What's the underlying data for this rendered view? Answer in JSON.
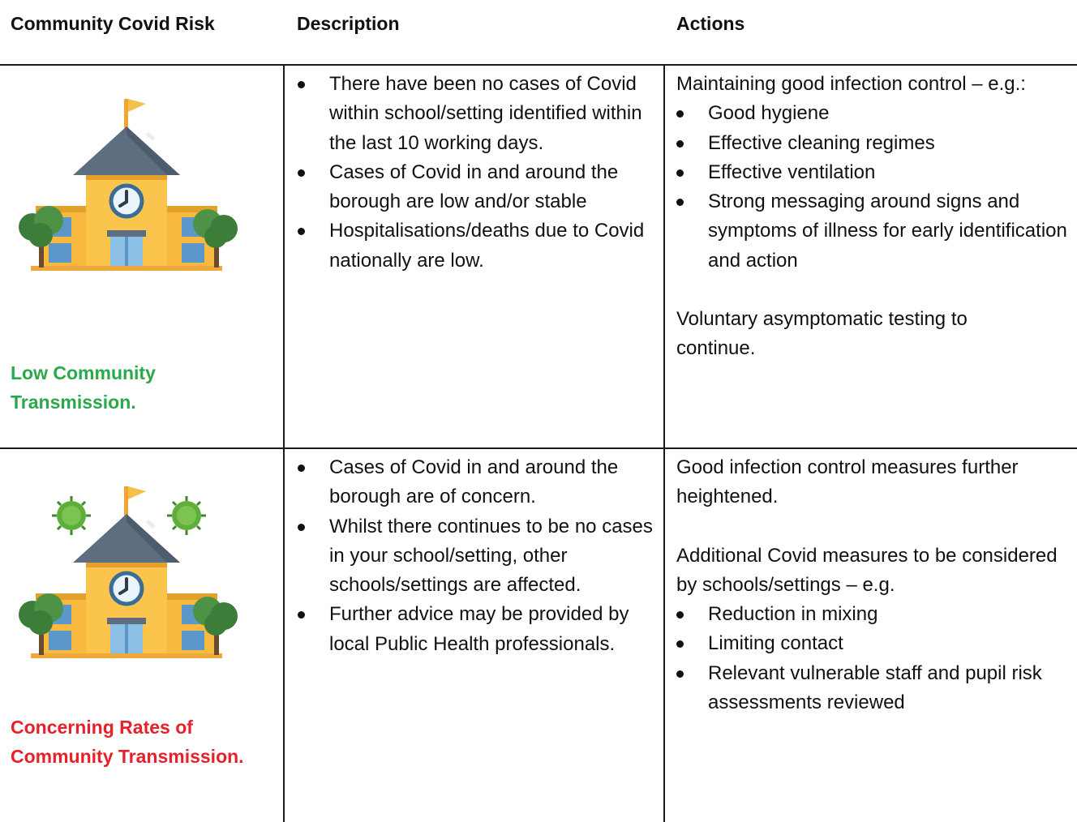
{
  "headers": {
    "risk": "Community Covid Risk",
    "description": "Description",
    "actions": "Actions"
  },
  "rows": [
    {
      "label_lines": [
        "Low Community",
        "Transmission."
      ],
      "label_color": "#2aa84a",
      "icon": "school-building-icon",
      "description": [
        "There have been no cases of Covid within school/setting identified within the last 10 working days.",
        "Cases of Covid in and around the borough are low and/or stable",
        "Hospitalisations/deaths due to Covid nationally are low."
      ],
      "actions_intro": "Maintaining good infection control – e.g.:",
      "actions_list": [
        "Good hygiene",
        "Effective cleaning regimes",
        "Effective ventilation",
        "Strong messaging around signs and symptoms of illness for early identification and action"
      ],
      "actions_after": "Voluntary asymptomatic testing to continue."
    },
    {
      "label_lines": [
        "Concerning Rates of",
        "Community Transmission."
      ],
      "label_color": "#e8202a",
      "icon": "school-building-with-virus-icon",
      "description": [
        "Cases of Covid in and around the borough are of concern.",
        "Whilst there continues to be no cases in your school/setting, other schools/settings are affected.",
        "Further advice may be provided by local Public Health professionals."
      ],
      "actions_intro": "Good infection control measures further heightened.",
      "actions_intro2": "Additional Covid measures to be considered by schools/settings – e.g.",
      "actions_list": [
        "Reduction in mixing",
        "Limiting contact",
        "Relevant vulnerable staff and pupil risk assessments reviewed"
      ]
    }
  ]
}
